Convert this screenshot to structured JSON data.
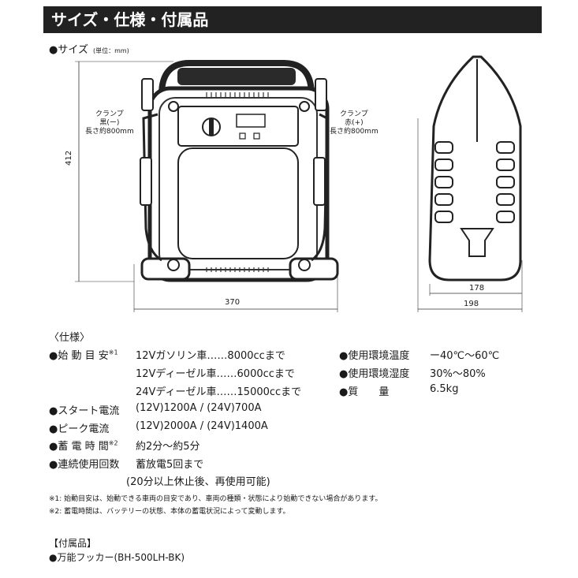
{
  "header": {
    "title": "サイズ・仕様・付属品"
  },
  "size": {
    "title": "●サイズ",
    "unit": "(単位：mm)"
  },
  "dimensions": {
    "height": "412",
    "width": "370",
    "depth_inner": "178",
    "depth_outer": "198"
  },
  "clamp_black": {
    "line1": "クランプ",
    "line2": "黒(ー)",
    "line3": "長さ約800mm"
  },
  "clamp_red": {
    "line1": "クランプ",
    "line2": "赤(+)",
    "line3": "長さ約800mm"
  },
  "specs": {
    "title": "〈仕様〉",
    "start_label": "●始 動 目 安",
    "start_note": "※1",
    "start_lines": [
      "12Vガソリン車……8000ccまで",
      "12Vディーゼル車……6000ccまで",
      "24Vディーゼル車……15000ccまで"
    ],
    "start_current_label": "●スタート電流",
    "start_current_value": "(12V)1200A / (24V)700A",
    "peak_label": "●ピーク電流",
    "peak_value": "(12V)2000A / (24V)1400A",
    "charge_label": "●蓄 電 時 間",
    "charge_note": "※2",
    "charge_value": "約2分〜約5分",
    "continuous_label": "●連続使用回数",
    "continuous_value": "蓄放電5回まで",
    "continuous_value2": "(20分以上休止後、再使用可能)",
    "temp_label": "●使用環境温度",
    "temp_value": "ー40℃〜60℃",
    "humidity_label": "●使用環境湿度",
    "humidity_value": "30%〜80%",
    "mass_label": "●質　　量",
    "mass_value": "6.5kg"
  },
  "notes": {
    "note1": "※1: 始動目安は、始動できる車両の目安であり、車両の種類・状態により始動できない場合があります。",
    "note2": "※2: 蓄電時間は、バッテリーの状態、本体の蓄電状況によって変動します。"
  },
  "accessories": {
    "title": "【付属品】",
    "item": "●万能フッカー(BH-500LH-BK)"
  }
}
